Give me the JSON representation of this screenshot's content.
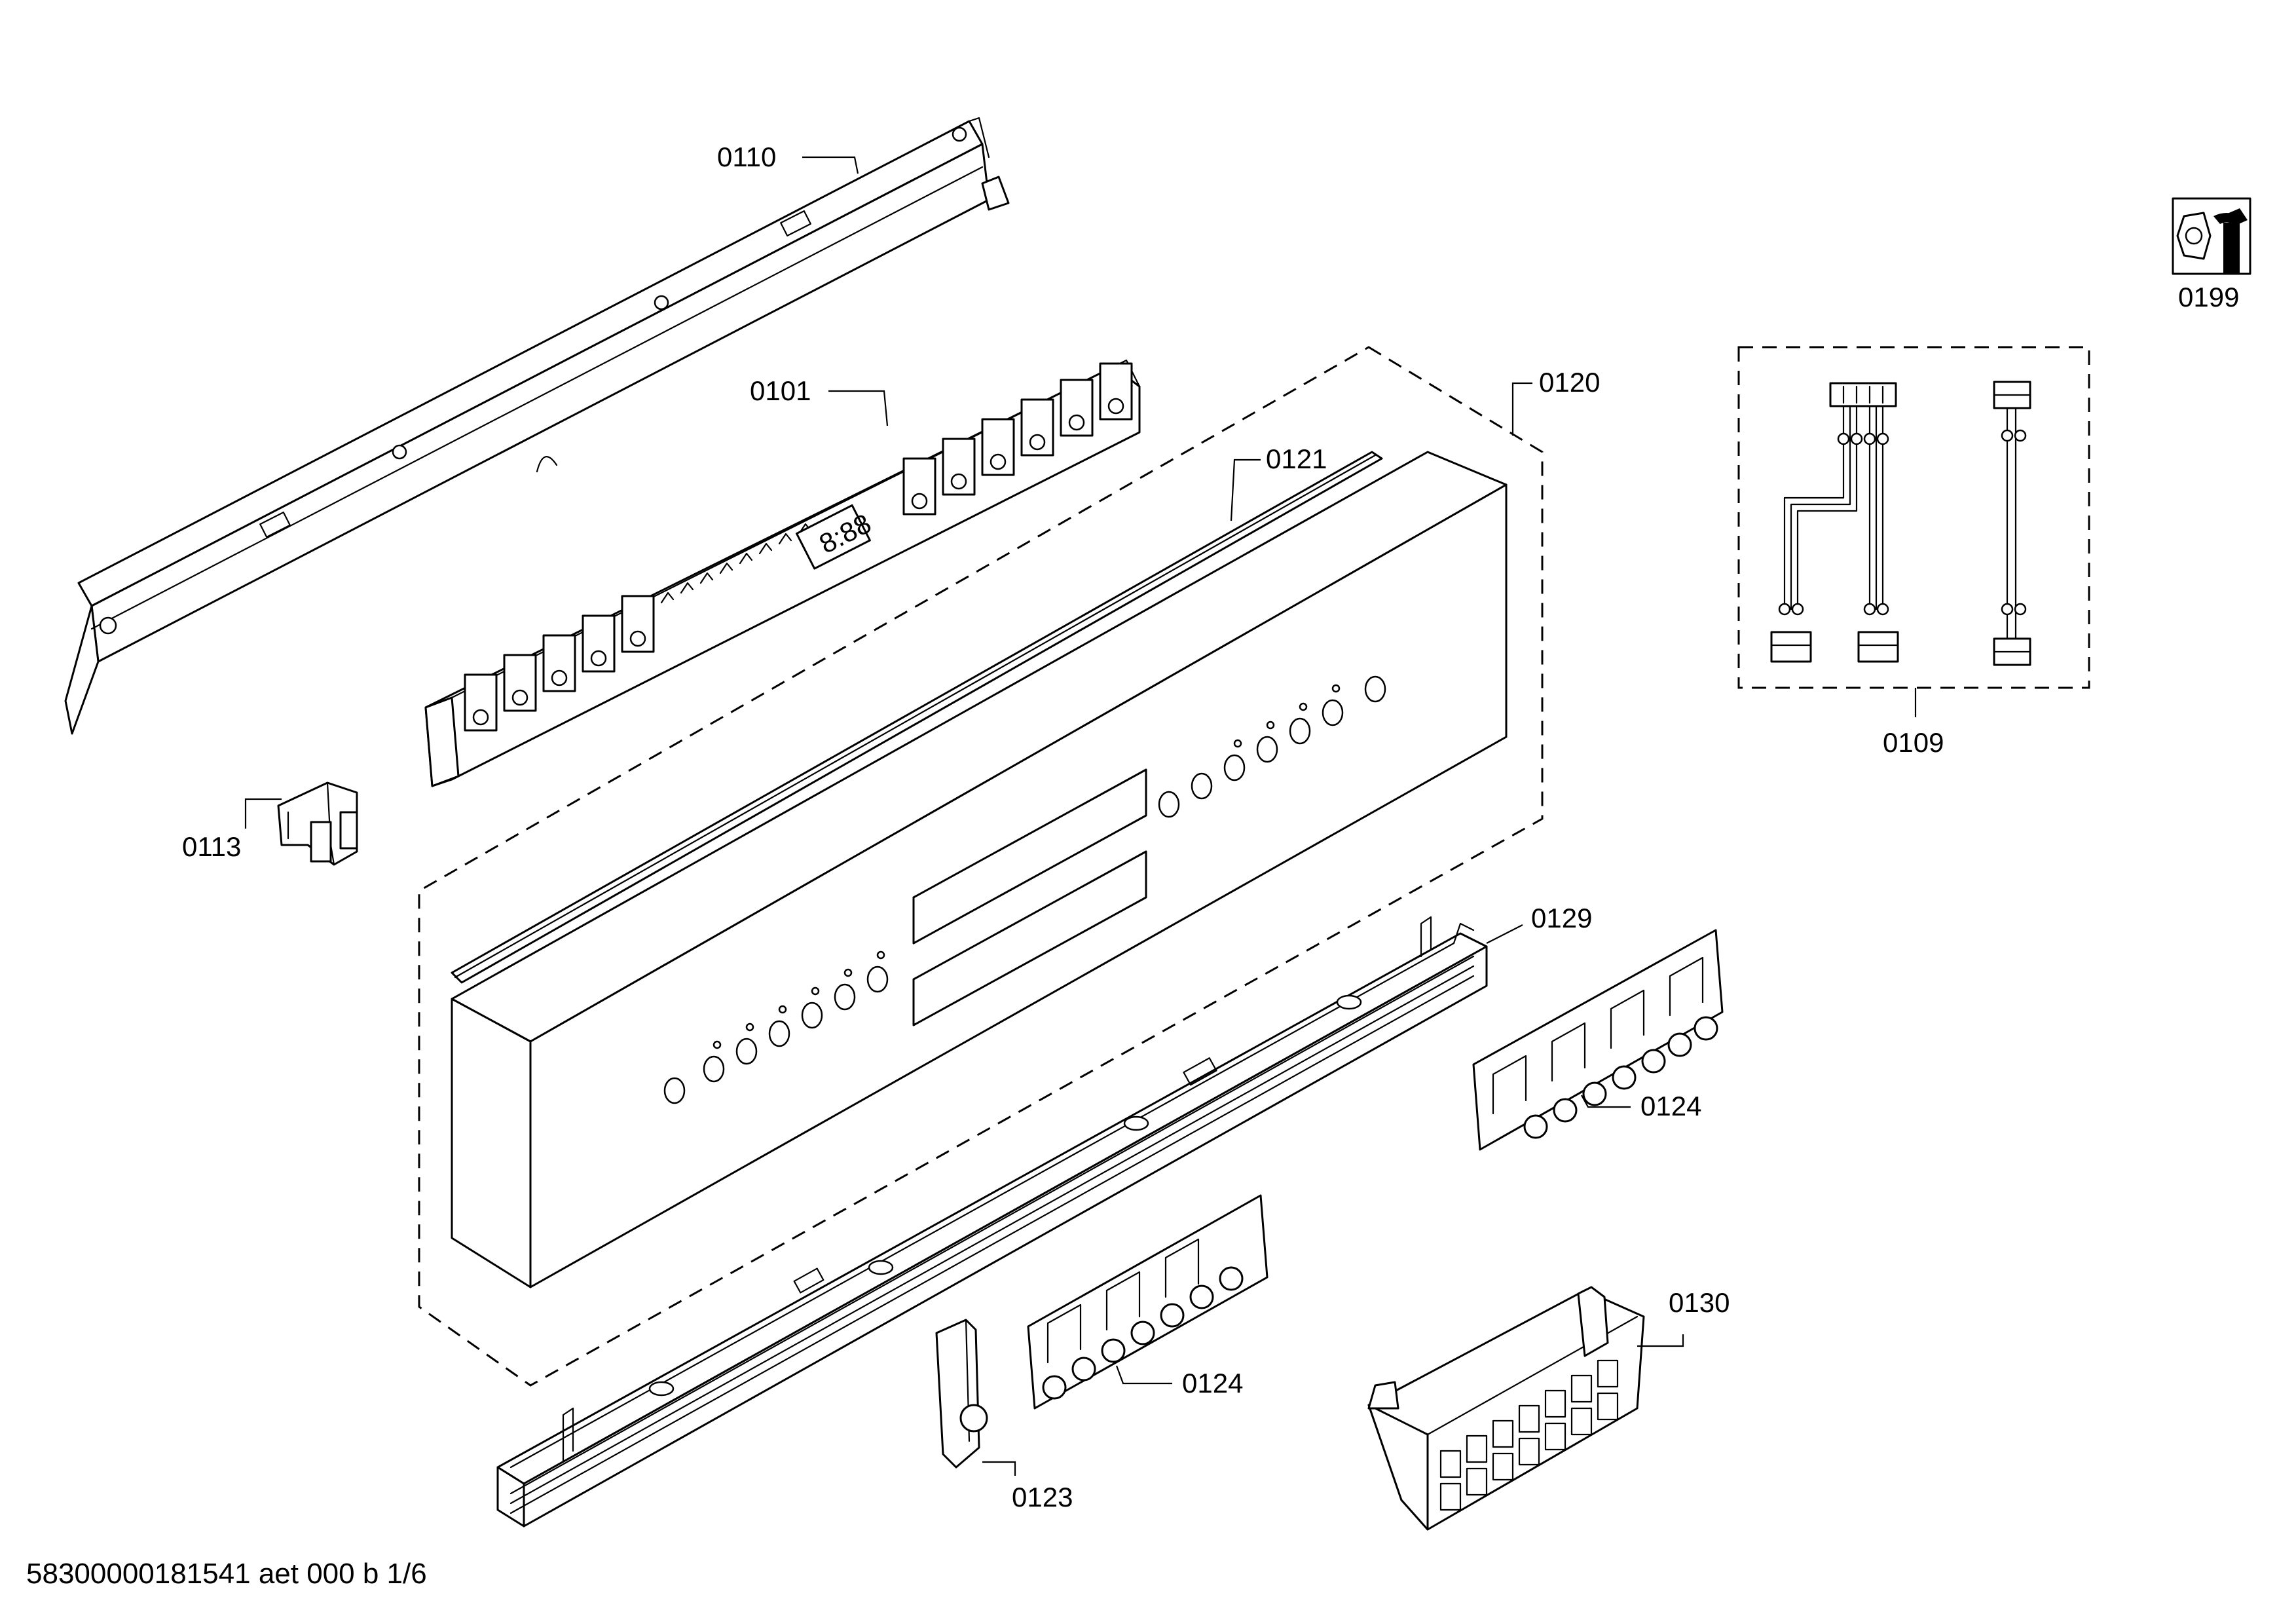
{
  "diagram": {
    "callouts": {
      "p0110": "0110",
      "p0101": "0101",
      "p0120": "0120",
      "p0121": "0121",
      "p0113": "0113",
      "p0129": "0129",
      "p0124a": "0124",
      "p0124b": "0124",
      "p0123": "0123",
      "p0130": "0130",
      "p0109": "0109",
      "p0199": "0199"
    },
    "display_digits": "8:88",
    "footer": "58300000181541 aet 000 b 1/6"
  },
  "colors": {
    "line": "#000000",
    "background": "#ffffff"
  },
  "icons": {
    "p0199": "nut-and-wrench-icon"
  }
}
